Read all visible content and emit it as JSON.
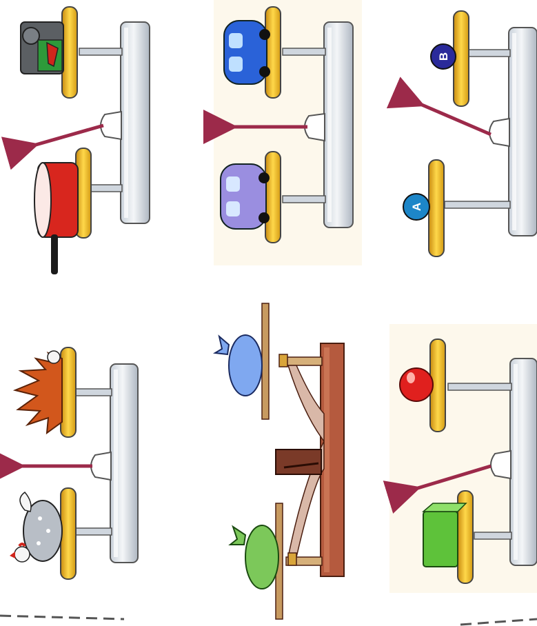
{
  "colors": {
    "background": "#ffffff",
    "panel_tint": "#fdf8ec",
    "scale_body": "#dfe5ec",
    "pan_gold": "#f0c020",
    "arrow": "#9c2a4a",
    "wood": "#b55a3e",
    "dashes": "#555555"
  },
  "puzzles": [
    {
      "item_top": "tape-measure",
      "item_bottom": "red-saucepan",
      "arrow_toward": "bottom"
    },
    {
      "item_top": "blue-car",
      "item_bottom": "purple-car",
      "arrow_toward": "level"
    },
    {
      "item_top": "ball-b",
      "item_bottom": "ball-a",
      "arrow_toward": "top",
      "label_top": "B",
      "label_bottom": "A"
    },
    {
      "item_top": "hedgehog",
      "item_bottom": "chicken",
      "arrow_toward": "level"
    },
    {
      "item_top": "blue-sack",
      "item_bottom": "green-sack",
      "arrow_toward": "bottom"
    },
    {
      "item_top": "red-ball",
      "item_bottom": "green-cube",
      "arrow_toward": "bottom"
    }
  ]
}
